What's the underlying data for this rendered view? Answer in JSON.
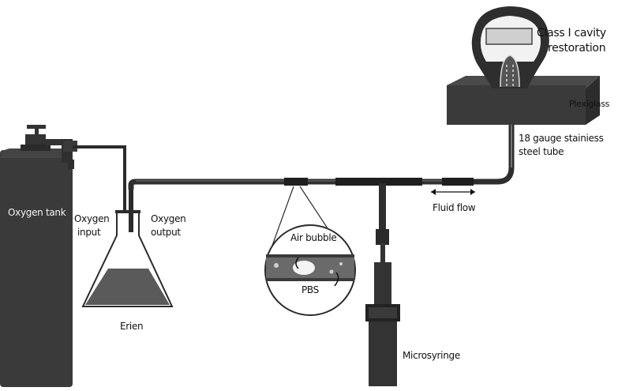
{
  "labels": {
    "oxygen_tank": "Oxygen tank",
    "oxygen_input_1": "Oxygen",
    "oxygen_input_2": "input",
    "oxygen_output_1": "Oxygen",
    "oxygen_output_2": "output",
    "erien": "Erien",
    "air_bubble": "Air bubble",
    "pbs": "PBS",
    "microsyringe": "Microsyringe",
    "fluid_flow": "Fluid flow",
    "steel_tube_1": "18 gauge stainiess",
    "steel_tube_2": "steel tube",
    "plexiglass": "Plexiglass",
    "restoration_1": "Class I cavity",
    "restoration_2": "restoration"
  },
  "colors": {
    "dark": "#2b2b2b",
    "tank": "#3a3a3a",
    "liquid": "#5a5a5a",
    "tube": "#2e2e2e",
    "tube_highlight": "#7a7a7a"
  }
}
